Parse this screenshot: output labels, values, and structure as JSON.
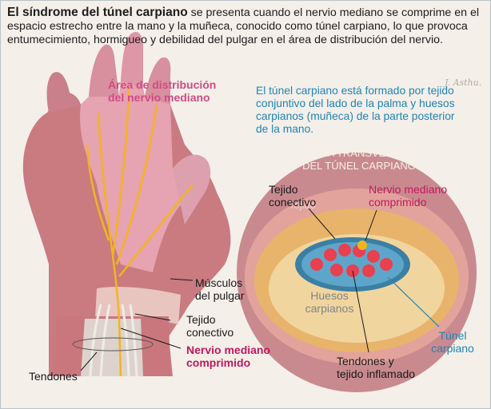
{
  "intro": {
    "title": "El síndrome del túnel carpiano",
    "text": " se presenta cuando el nervio mediano se comprime en el espacio estrecho entre la mano y la muñeca, conocido como túnel carpiano, lo que provoca entumecimiento, hormigueo y debilidad del pulgar en el área de distribución del nervio."
  },
  "labels": {
    "area_line1": "Área de distribución",
    "area_line2": "del nervio mediano",
    "tunnel_desc_1": "El túnel carpiano está formado por tejido",
    "tunnel_desc_2": "conjuntivo del lado de la palma y huesos",
    "tunnel_desc_3": "carpianos (muñeca) de la parte posterior",
    "tunnel_desc_4": "de la mano.",
    "vista_1": "VISTA TRANSVERSAL",
    "vista_2": "DEL TÚNEL CARPIANO",
    "tejido_conectivo_top_1": "Tejido",
    "tejido_conectivo_top_2": "conectivo",
    "nervio_top_1": "Nervio mediano",
    "nervio_top_2": "comprimido",
    "musculos_1": "Músculos",
    "musculos_2": "del pulgar",
    "tejido_conectivo_left_1": "Tejido",
    "tejido_conectivo_left_2": "conectivo",
    "nervio_left_1": "Nervio mediano",
    "nervio_left_2": "comprimido",
    "tendones": "Tendones",
    "huesos_1": "Huesos",
    "huesos_2": "carpianos",
    "tunel_1": "Túnel",
    "tunel_2": "carpiano",
    "tendones_inflamado_1": "Tendones y",
    "tendones_inflamado_2": "tejido inflamado"
  },
  "colors": {
    "pink_label": "#c2185b",
    "blue_label": "#1f84b5",
    "skin": "#d98e8f",
    "nerve": "#f2b51f",
    "bone": "#e9c98f"
  }
}
